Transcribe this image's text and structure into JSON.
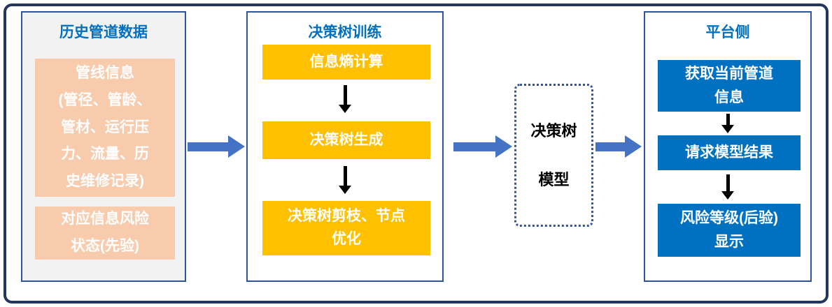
{
  "colors": {
    "outer_border": "#24365E",
    "panel_border": "#2F5597",
    "title_text": "#0070C0",
    "peach_box": "#F8CBAD",
    "amber_box": "#FFC000",
    "blue_box": "#0070C0",
    "arrow_blue": "#4472C4",
    "down_arrow": "#000000"
  },
  "left": {
    "title": "历史管道数据",
    "pipeline_info": "管线信息\n(管径、管龄、\n管材、运行压\n力、流量、历\n史维修记录)",
    "risk_state": "对应信息风险\n状态(先验)"
  },
  "training": {
    "title": "决策树训练",
    "steps": [
      "信息熵计算",
      "决策树生成",
      "决策树剪枝、节点\n优化"
    ]
  },
  "model": {
    "label": "决策树\n\n模型"
  },
  "platform": {
    "title": "平台侧",
    "steps": [
      "获取当前管道\n信息",
      "请求模型结果",
      "风险等级(后验)\n显示"
    ]
  }
}
